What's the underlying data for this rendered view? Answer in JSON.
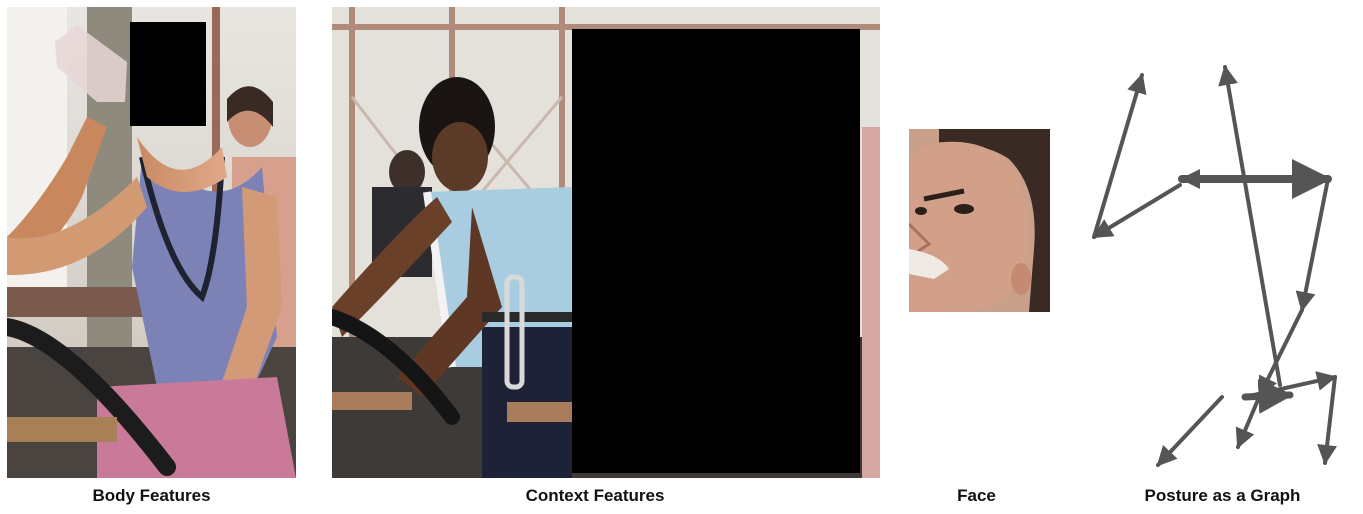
{
  "captions": {
    "body": "Body Features",
    "context": "Context Features",
    "face": "Face",
    "posture": "Posture as a Graph"
  },
  "colors": {
    "redaction": "#000000",
    "graph_edge": "#555555",
    "caption_text": "#111111"
  },
  "panels": [
    {
      "id": "body-features",
      "content": "cropped photo of a woman on an exercise bike drinking from a bottle, face redacted with black box"
    },
    {
      "id": "context-features",
      "content": "gym scene with woman on exercise bike; target person masked by large black rectangle"
    },
    {
      "id": "face",
      "content": "close-up crop of a woman's face drinking"
    },
    {
      "id": "posture-graph",
      "content": "skeleton pose drawn as arrows between joints"
    }
  ]
}
